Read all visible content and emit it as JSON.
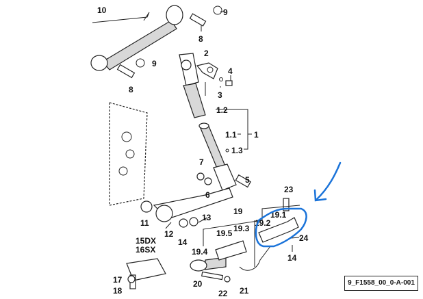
{
  "diagram": {
    "labels": {
      "l10": "10",
      "l9a": "9",
      "l8a": "8",
      "l9b": "9",
      "l8b": "8",
      "l2": "2",
      "l4": "4",
      "l3": "3",
      "l1_2": "1.2",
      "l1_1": "1.1",
      "l1": "1",
      "l1_3": "1.3",
      "l7": "7",
      "l5": "5",
      "l6": "6",
      "l23": "23",
      "l11": "11",
      "l19": "19",
      "l13": "13",
      "l19_1": "19.1",
      "l19_3": "19.3",
      "l19_2": "19.2",
      "l19_5": "19.5",
      "l12": "12",
      "l24": "24",
      "l14a": "14",
      "l15": "15DX",
      "l16": "16SX",
      "l19_4": "19.4",
      "l14b": "14",
      "l17": "17",
      "l20": "20",
      "l18": "18",
      "l22": "22",
      "l21": "21"
    },
    "reference_code": "9_F1558_00_0-A-001",
    "annotation_color": "#1a73d9"
  }
}
